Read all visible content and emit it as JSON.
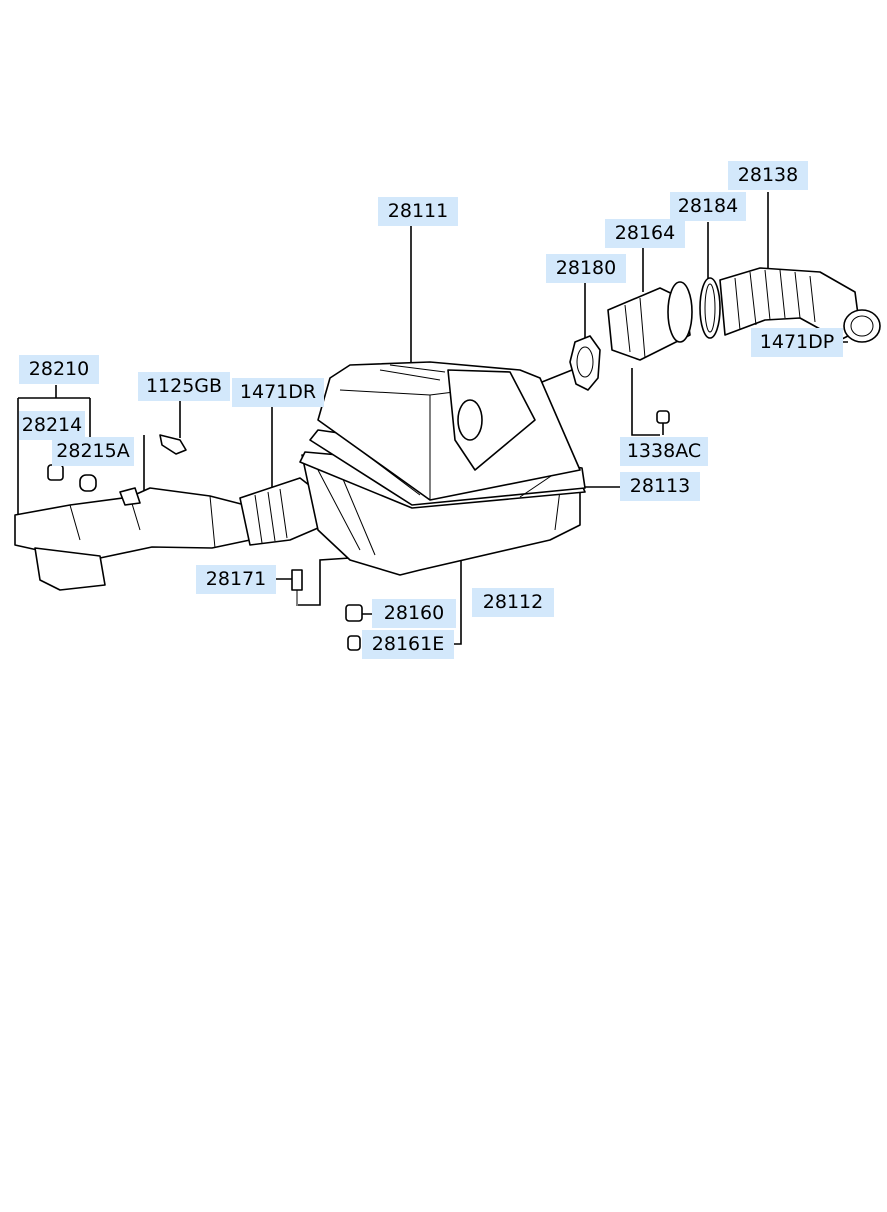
{
  "labels": {
    "p28138": "28138",
    "p28184": "28184",
    "p28164": "28164",
    "p28180": "28180",
    "p28111": "28111",
    "p1471DP": "1471DP",
    "p28210": "28210",
    "p1125GB": "1125GB",
    "p1471DR": "1471DR",
    "p28214": "28214",
    "p28215A": "28215A",
    "p1338AC": "1338AC",
    "p28113": "28113",
    "p28171": "28171",
    "p28112": "28112",
    "p28160": "28160",
    "p28161E": "28161E"
  }
}
